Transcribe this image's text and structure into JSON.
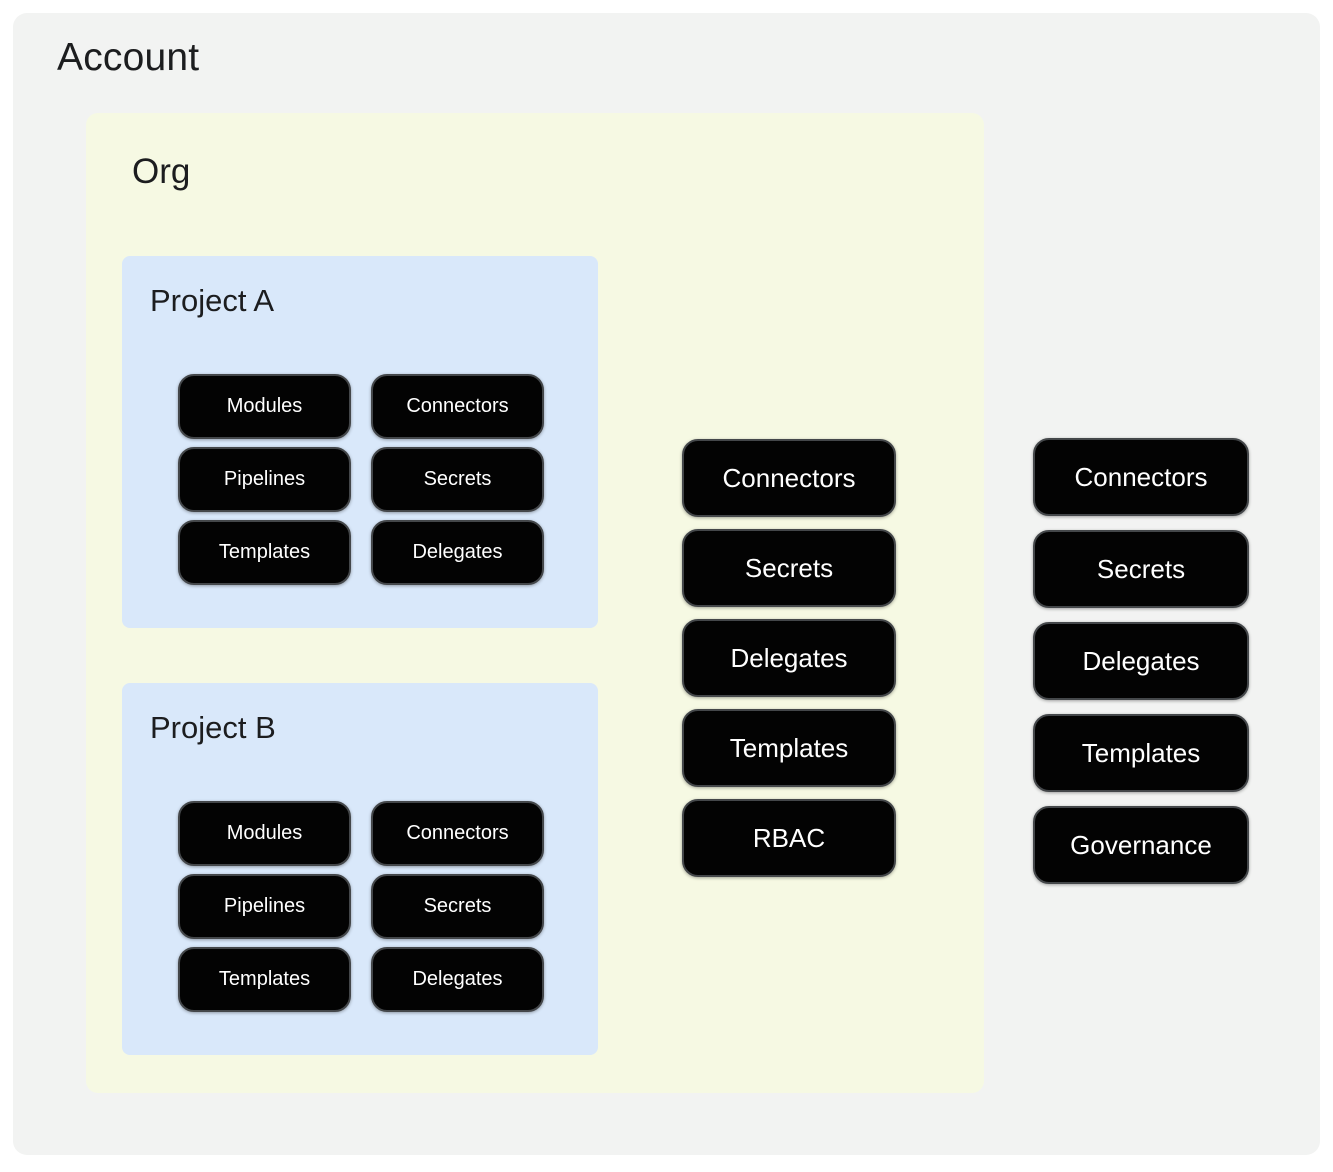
{
  "account": {
    "label": "Account",
    "resources": [
      "Connectors",
      "Secrets",
      "Delegates",
      "Templates",
      "Governance"
    ],
    "org": {
      "label": "Org",
      "resources": [
        "Connectors",
        "Secrets",
        "Delegates",
        "Templates",
        "RBAC"
      ],
      "projects": [
        {
          "label": "Project A",
          "resources": [
            "Modules",
            "Connectors",
            "Pipelines",
            "Secrets",
            "Templates",
            "Delegates"
          ]
        },
        {
          "label": "Project B",
          "resources": [
            "Modules",
            "Connectors",
            "Pipelines",
            "Secrets",
            "Templates",
            "Delegates"
          ]
        }
      ]
    }
  },
  "colors": {
    "page_bg": "#ffffff",
    "account_bg": "#f2f3f2",
    "org_bg": "#f6f9e3",
    "project_bg": "#d9e8fa",
    "pill_bg": "#030303",
    "pill_border": "#44474a",
    "pill_text": "#ffffff",
    "text": "#1c1d1f"
  }
}
